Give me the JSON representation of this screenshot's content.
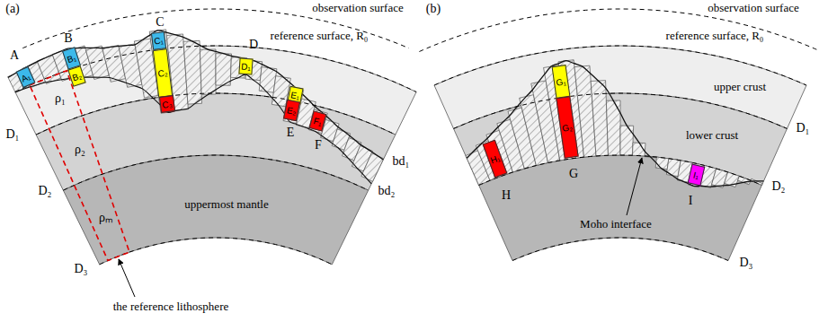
{
  "diagram": {
    "nodes": [
      {
        "text": [
          "A₁"
        ]
      },
      {
        "text": [
          "B₁"
        ]
      },
      {
        "text": [
          "B₂"
        ]
      },
      {
        "text": [
          "C₁"
        ]
      },
      {
        "text": [
          "C₂"
        ]
      },
      {
        "text": [
          "C₃"
        ]
      },
      {
        "text": [
          "D₁"
        ]
      },
      {
        "text": [
          "E₁"
        ]
      },
      {
        "text": [
          "E₂"
        ]
      },
      {
        "text": [
          "F₁"
        ]
      },
      {
        "text": [
          "H₁"
        ]
      },
      {
        "text": [
          "G₁"
        ]
      },
      {
        "text": [
          "G₂"
        ]
      },
      {
        "text": [
          "I₁"
        ]
      }
    ],
    "labels": [
      "(a)",
      "observation surface",
      "reference surface, R₀",
      "A",
      "B",
      "C",
      "D",
      "E",
      "F",
      "ρ₁",
      "ρ₂",
      "ρₘ",
      "D₁",
      "D₂",
      "D₃",
      "bd₁",
      "bd₂",
      "uppermost mantle",
      "the reference lithosphere",
      "(b)",
      "observation surface",
      "reference surface, R₀",
      "upper crust",
      "D₁",
      "lower crust",
      "G",
      "H",
      "D₂",
      "Moho interface",
      "I",
      "D₃"
    ]
  }
}
